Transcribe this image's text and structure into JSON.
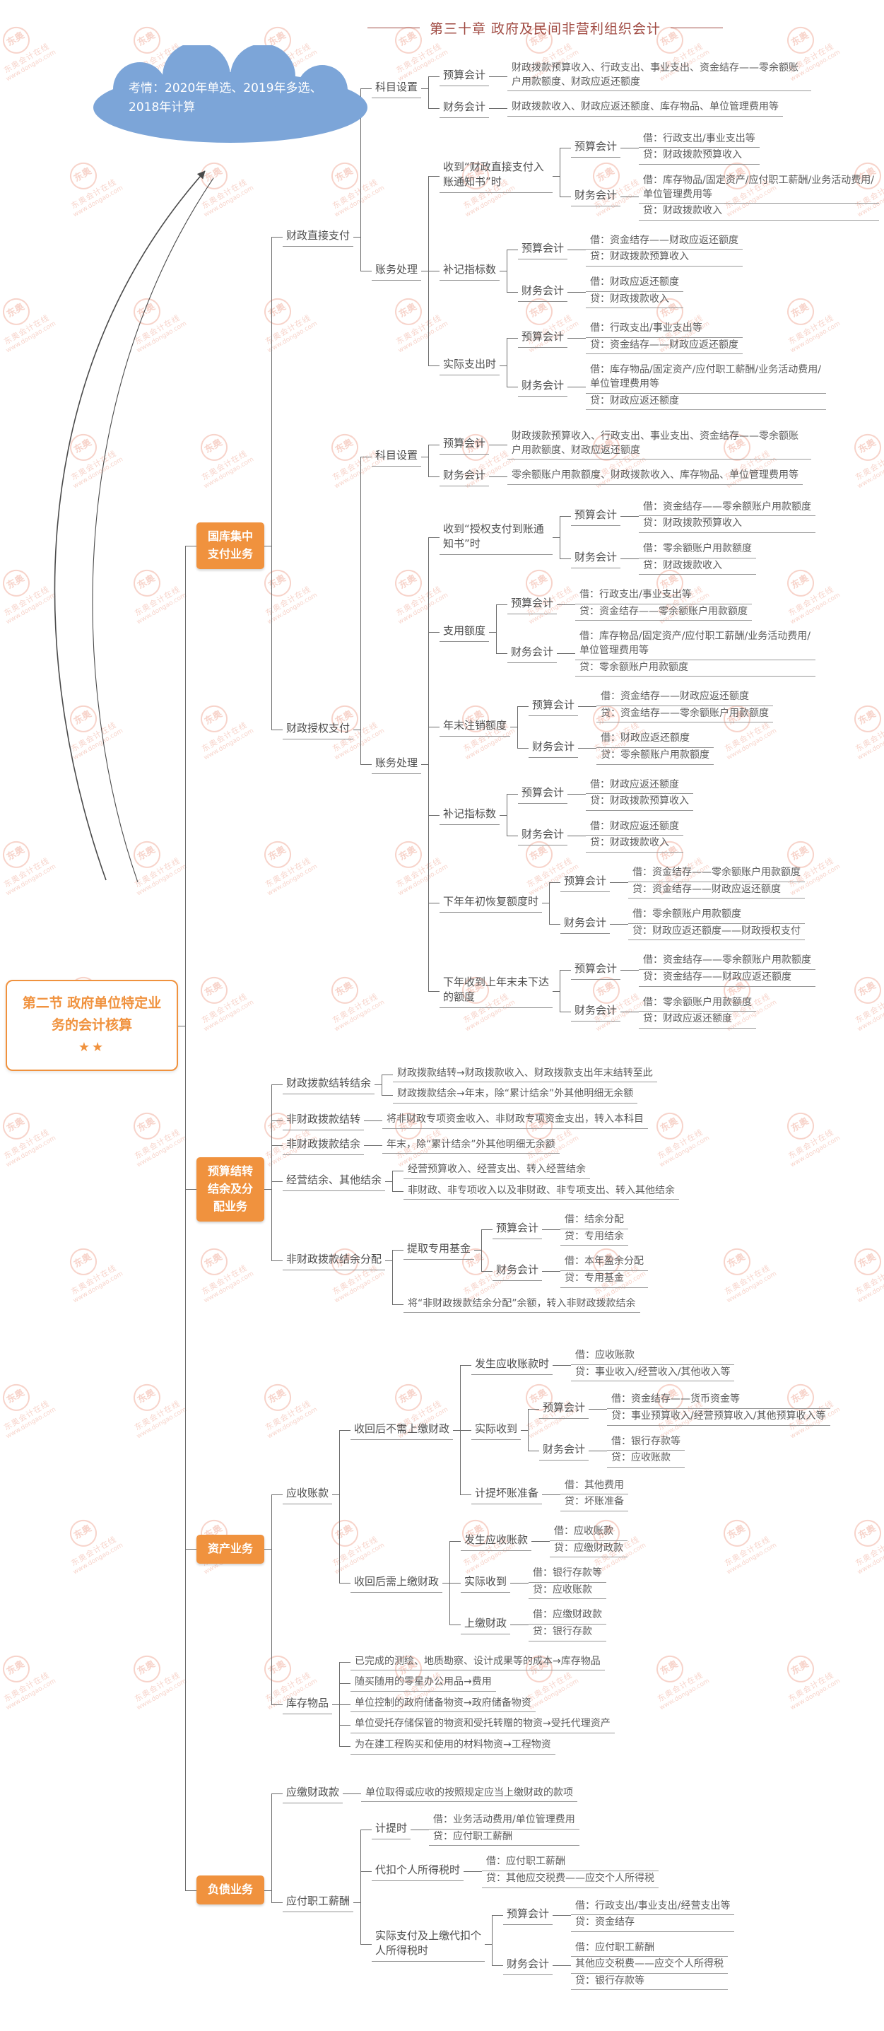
{
  "page": {
    "chapter_title": "第三十章 政府及民间非营利组织会计",
    "exam_note": "考情：2020年单选、2019年多选、2018年计算",
    "watermark": {
      "logo": "东奥",
      "brand": "东奥会计在线",
      "site": "www.dongao.com"
    },
    "colors": {
      "accent": "#F0923E",
      "cloud": "#7CA5D8",
      "title": "#A04A42",
      "connector": "#6B6B6B",
      "watermark": "#EEA08C"
    }
  },
  "tree": {
    "label": "第二节 政府单位特定业务的会计核算",
    "stars": "★★",
    "name": "root-topic",
    "children": [
      {
        "label": "国库集中支付业务",
        "name": "branch-treasury-centralized-payment",
        "children": [
          {
            "label": "财政直接支付",
            "children": [
              {
                "label": "科目设置",
                "children": [
                  {
                    "label": "预算会计",
                    "children": [
                      {
                        "lines": [
                          "财政拨款预算收入、行政支出、事业支出、资金结存——零余额账户用款额度、财政应返还额度"
                        ]
                      }
                    ]
                  },
                  {
                    "label": "财务会计",
                    "children": [
                      {
                        "lines": [
                          "财政拨款收入、财政应返还额度、库存物品、单位管理费用等"
                        ]
                      }
                    ]
                  }
                ]
              },
              {
                "label": "账务处理",
                "children": [
                  {
                    "label": "收到“财政直接支付入账通知书”时",
                    "children": [
                      {
                        "label": "预算会计",
                        "children": [
                          {
                            "lines": [
                              "借：行政支出/事业支出等",
                              "贷：财政拨款预算收入"
                            ]
                          }
                        ]
                      },
                      {
                        "label": "财务会计",
                        "children": [
                          {
                            "lines": [
                              "借：库存物品/固定资产/应付职工薪酬/业务活动费用/单位管理费用等",
                              "贷：财政拨款收入"
                            ]
                          }
                        ]
                      }
                    ]
                  },
                  {
                    "label": "补记指标数",
                    "children": [
                      {
                        "label": "预算会计",
                        "children": [
                          {
                            "lines": [
                              "借：资金结存——财政应返还额度",
                              "贷：财政拨款预算收入"
                            ]
                          }
                        ]
                      },
                      {
                        "label": "财务会计",
                        "children": [
                          {
                            "lines": [
                              "借：财政应返还额度",
                              "贷：财政拨款收入"
                            ]
                          }
                        ]
                      }
                    ]
                  },
                  {
                    "label": "实际支出时",
                    "children": [
                      {
                        "label": "预算会计",
                        "children": [
                          {
                            "lines": [
                              "借：行政支出/事业支出等",
                              "贷：资金结存——财政应返还额度"
                            ]
                          }
                        ]
                      },
                      {
                        "label": "财务会计",
                        "children": [
                          {
                            "lines": [
                              "借：库存物品/固定资产/应付职工薪酬/业务活动费用/单位管理费用等",
                              "贷：财政应返还额度"
                            ]
                          }
                        ]
                      }
                    ]
                  }
                ]
              }
            ]
          },
          {
            "label": "财政授权支付",
            "children": [
              {
                "label": "科目设置",
                "children": [
                  {
                    "label": "预算会计",
                    "children": [
                      {
                        "lines": [
                          "财政拨款预算收入、行政支出、事业支出、资金结存——零余额账户用款额度、财政应返还额度"
                        ]
                      }
                    ]
                  },
                  {
                    "label": "财务会计",
                    "children": [
                      {
                        "lines": [
                          "零余额账户用款额度、财政拨款收入、库存物品、单位管理费用等"
                        ]
                      }
                    ]
                  }
                ]
              },
              {
                "label": "账务处理",
                "children": [
                  {
                    "label": "收到“授权支付到账通知书”时",
                    "children": [
                      {
                        "label": "预算会计",
                        "children": [
                          {
                            "lines": [
                              "借：资金结存——零余额账户用款额度",
                              "贷：财政拨款预算收入"
                            ]
                          }
                        ]
                      },
                      {
                        "label": "财务会计",
                        "children": [
                          {
                            "lines": [
                              "借：零余额账户用款额度",
                              "贷：财政拨款收入"
                            ]
                          }
                        ]
                      }
                    ]
                  },
                  {
                    "label": "支用额度",
                    "children": [
                      {
                        "label": "预算会计",
                        "children": [
                          {
                            "lines": [
                              "借：行政支出/事业支出等",
                              "贷：资金结存——零余额账户用款额度"
                            ]
                          }
                        ]
                      },
                      {
                        "label": "财务会计",
                        "children": [
                          {
                            "lines": [
                              "借：库存物品/固定资产/应付职工薪酬/业务活动费用/单位管理费用等",
                              "贷：零余额账户用款额度"
                            ]
                          }
                        ]
                      }
                    ]
                  },
                  {
                    "label": "年末注销额度",
                    "children": [
                      {
                        "label": "预算会计",
                        "children": [
                          {
                            "lines": [
                              "借：资金结存——财政应返还额度",
                              "贷：资金结存——零余额账户用款额度"
                            ]
                          }
                        ]
                      },
                      {
                        "label": "财务会计",
                        "children": [
                          {
                            "lines": [
                              "借：财政应返还额度",
                              "贷：零余额账户用款额度"
                            ]
                          }
                        ]
                      }
                    ]
                  },
                  {
                    "label": "补记指标数",
                    "children": [
                      {
                        "label": "预算会计",
                        "children": [
                          {
                            "lines": [
                              "借：财政应返还额度",
                              "贷：财政拨款预算收入"
                            ]
                          }
                        ]
                      },
                      {
                        "label": "财务会计",
                        "children": [
                          {
                            "lines": [
                              "借：财政应返还额度",
                              "贷：财政拨款收入"
                            ]
                          }
                        ]
                      }
                    ]
                  },
                  {
                    "label": "下年年初恢复额度时",
                    "children": [
                      {
                        "label": "预算会计",
                        "children": [
                          {
                            "lines": [
                              "借：资金结存——零余额账户用款额度",
                              "贷：资金结存——财政应返还额度"
                            ]
                          }
                        ]
                      },
                      {
                        "label": "财务会计",
                        "children": [
                          {
                            "lines": [
                              "借：零余额账户用款额度",
                              "贷：财政应返还额度——财政授权支付"
                            ]
                          }
                        ]
                      }
                    ]
                  },
                  {
                    "label": "下年收到上年末未下达的额度",
                    "children": [
                      {
                        "label": "预算会计",
                        "children": [
                          {
                            "lines": [
                              "借：资金结存——零余额账户用款额度",
                              "贷：资金结存——财政应返还额度"
                            ]
                          }
                        ]
                      },
                      {
                        "label": "财务会计",
                        "children": [
                          {
                            "lines": [
                              "借：零余额账户用款额度",
                              "贷：财政应返还额度"
                            ]
                          }
                        ]
                      }
                    ]
                  }
                ]
              }
            ]
          }
        ]
      },
      {
        "label": "预算结转结余及分配业务",
        "name": "branch-budget-carryover-distribution",
        "children": [
          {
            "label": "财政拨款结转结余",
            "children": [
              {
                "lines": [
                  "财政拨款结转→财政拨款收入、财政拨款支出年末结转至此"
                ]
              },
              {
                "lines": [
                  "财政拨款结余→年末，除“累计结余”外其他明细无余额"
                ]
              }
            ]
          },
          {
            "label": "非财政拨款结转",
            "children": [
              {
                "lines": [
                  "将非财政专项资金收入、非财政专项资金支出，转入本科目"
                ]
              }
            ]
          },
          {
            "label": "非财政拨款结余",
            "children": [
              {
                "lines": [
                  "年末，除“累计结余”外其他明细无余额"
                ]
              }
            ]
          },
          {
            "label": "经营结余、其他结余",
            "children": [
              {
                "lines": [
                  "经营预算收入、经营支出、转入经营结余"
                ]
              },
              {
                "lines": [
                  "非财政、非专项收入以及非财政、非专项支出、转入其他结余"
                ]
              }
            ]
          },
          {
            "label": "非财政拨款结余分配",
            "children": [
              {
                "label": "提取专用基金",
                "children": [
                  {
                    "label": "预算会计",
                    "children": [
                      {
                        "lines": [
                          "借：结余分配",
                          "贷：专用结余"
                        ]
                      }
                    ]
                  },
                  {
                    "label": "财务会计",
                    "children": [
                      {
                        "lines": [
                          "借：本年盈余分配",
                          "贷：专用基金"
                        ]
                      }
                    ]
                  }
                ]
              },
              {
                "lines": [
                  "将“非财政拨款结余分配”余额，转入非财政拨款结余"
                ]
              }
            ]
          }
        ]
      },
      {
        "label": "资产业务",
        "name": "branch-assets",
        "children": [
          {
            "label": "应收账款",
            "children": [
              {
                "label": "收回后不需上缴财政",
                "children": [
                  {
                    "label": "发生应收账款时",
                    "children": [
                      {
                        "lines": [
                          "借：应收账款",
                          "贷：事业收入/经营收入/其他收入等"
                        ]
                      }
                    ]
                  },
                  {
                    "label": "实际收到",
                    "children": [
                      {
                        "label": "预算会计",
                        "children": [
                          {
                            "lines": [
                              "借：资金结存——货币资金等",
                              "贷：事业预算收入/经营预算收入/其他预算收入等"
                            ]
                          }
                        ]
                      },
                      {
                        "label": "财务会计",
                        "children": [
                          {
                            "lines": [
                              "借：银行存款等",
                              "贷：应收账款"
                            ]
                          }
                        ]
                      }
                    ]
                  },
                  {
                    "label": "计提坏账准备",
                    "children": [
                      {
                        "lines": [
                          "借：其他费用",
                          "贷：坏账准备"
                        ]
                      }
                    ]
                  }
                ]
              },
              {
                "label": "收回后需上缴财政",
                "children": [
                  {
                    "label": "发生应收账款",
                    "children": [
                      {
                        "lines": [
                          "借：应收账款",
                          "贷：应缴财政款"
                        ]
                      }
                    ]
                  },
                  {
                    "label": "实际收到",
                    "children": [
                      {
                        "lines": [
                          "借：银行存款等",
                          "贷：应收账款"
                        ]
                      }
                    ]
                  },
                  {
                    "label": "上缴财政",
                    "children": [
                      {
                        "lines": [
                          "借：应缴财政款",
                          "贷：银行存款"
                        ]
                      }
                    ]
                  }
                ]
              }
            ]
          },
          {
            "label": "库存物品",
            "children": [
              {
                "lines": [
                  "已完成的测绘、地质勘察、设计成果等的成本→库存物品"
                ]
              },
              {
                "lines": [
                  "随买随用的零星办公用品→费用"
                ]
              },
              {
                "lines": [
                  "单位控制的政府储备物资→政府储备物资"
                ]
              },
              {
                "lines": [
                  "单位受托存储保管的物资和受托转赠的物资→受托代理资产"
                ]
              },
              {
                "lines": [
                  "为在建工程购买和使用的材料物资→工程物资"
                ]
              }
            ]
          }
        ]
      },
      {
        "label": "负债业务",
        "name": "branch-liabilities",
        "children": [
          {
            "label": "应缴财政款",
            "children": [
              {
                "lines": [
                  "单位取得或应收的按照规定应当上缴财政的款项"
                ]
              }
            ]
          },
          {
            "label": "应付职工薪酬",
            "children": [
              {
                "label": "计提时",
                "children": [
                  {
                    "lines": [
                      "借：业务活动费用/单位管理费用",
                      "贷：应付职工薪酬"
                    ]
                  }
                ]
              },
              {
                "label": "代扣个人所得税时",
                "children": [
                  {
                    "lines": [
                      "借：应付职工薪酬",
                      "贷：其他应交税费——应交个人所得税"
                    ]
                  }
                ]
              },
              {
                "label": "实际支付及上缴代扣个人所得税时",
                "children": [
                  {
                    "label": "预算会计",
                    "children": [
                      {
                        "lines": [
                          "借：行政支出/事业支出/经营支出等",
                          "贷：资金结存"
                        ]
                      }
                    ]
                  },
                  {
                    "label": "财务会计",
                    "children": [
                      {
                        "lines": [
                          "借：应付职工薪酬",
                          "其他应交税费——应交个人所得税",
                          "贷：银行存款等"
                        ]
                      }
                    ]
                  }
                ]
              }
            ]
          }
        ]
      }
    ]
  }
}
